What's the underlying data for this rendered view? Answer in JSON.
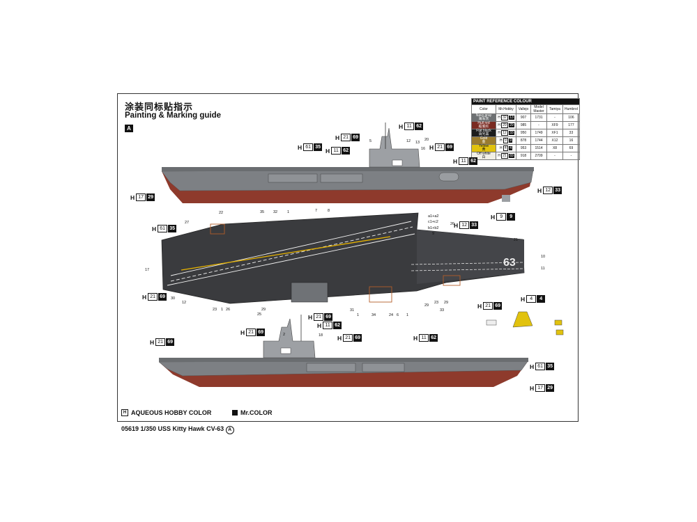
{
  "header": {
    "title_cn": "涂装同标贴指示",
    "title_en": "Painting & Marking guide",
    "section": "A"
  },
  "paint_table": {
    "title": "PAINT REFERENCE COLOUR",
    "columns": [
      "Color",
      "Mr.Hobby",
      "Vallejo",
      "Model Master",
      "Tamiya",
      "Humbrol"
    ],
    "rows": [
      {
        "color": "Navy gray",
        "color_cn": "海军灰",
        "swatch": "#6e7173",
        "mr_h": "H",
        "mr_n": "32",
        "mr_m": "13",
        "vallejo": "907",
        "model_master": "1731",
        "tamiya": "-",
        "humbrol": "106"
      },
      {
        "color": "Hull red",
        "color_cn": "船底红",
        "swatch": "#7a2b22",
        "mr_h": "H",
        "mr_n": "29",
        "mr_m": "29",
        "vallejo": "985",
        "model_master": "-",
        "tamiya": "XF9",
        "humbrol": "177"
      },
      {
        "color": "Flat black",
        "color_cn": "消光黑",
        "swatch": "#1c1c1c",
        "mr_h": "H",
        "mr_n": "12",
        "mr_m": "33",
        "vallejo": "950",
        "model_master": "1749",
        "tamiya": "XF1",
        "humbrol": "33"
      },
      {
        "color": "Gold",
        "color_cn": "金",
        "swatch": "#9a7b2e",
        "mr_h": "H",
        "mr_n": "9",
        "mr_m": "9",
        "vallejo": "878",
        "model_master": "1744",
        "tamiya": "X12",
        "humbrol": "16"
      },
      {
        "color": "Yellow",
        "color_cn": "黄",
        "swatch": "#e1c20e",
        "mr_h": "H",
        "mr_n": "4",
        "mr_m": "4",
        "vallejo": "953",
        "model_master": "1514",
        "tamiya": "X8",
        "humbrol": "69"
      },
      {
        "color": "Off white",
        "color_cn": "白",
        "swatch": "#f1efe6",
        "mr_h": "H",
        "mr_n": "21",
        "mr_m": "69",
        "vallejo": "918",
        "model_master": "2709",
        "tamiya": "-",
        "humbrol": "-"
      }
    ]
  },
  "codes": [
    {
      "h": "H",
      "n": "21",
      "m": "69"
    },
    {
      "h": "H",
      "n": "11",
      "m": "62"
    },
    {
      "h": "H",
      "n": "61",
      "m": "35"
    },
    {
      "h": "H",
      "n": "11",
      "m": "62"
    },
    {
      "h": "H",
      "n": "21",
      "m": "69"
    },
    {
      "h": "H",
      "n": "11",
      "m": "62"
    },
    {
      "h": "H",
      "n": "17",
      "m": "29"
    },
    {
      "h": "H",
      "n": "12",
      "m": "33"
    },
    {
      "h": "H",
      "n": "9",
      "m": "9"
    },
    {
      "h": "H",
      "n": "61",
      "m": "35"
    },
    {
      "h": "H",
      "n": "12",
      "m": "33"
    },
    {
      "h": "H",
      "n": "21",
      "m": "69"
    },
    {
      "h": "H",
      "n": "21",
      "m": "69"
    },
    {
      "h": "H",
      "n": "4",
      "m": "4"
    },
    {
      "h": "H",
      "n": "21",
      "m": "69"
    },
    {
      "h": "H",
      "n": "11",
      "m": "62"
    },
    {
      "h": "H",
      "n": "21",
      "m": "69"
    },
    {
      "h": "H",
      "n": "21",
      "m": "69"
    },
    {
      "h": "H",
      "n": "21",
      "m": "69"
    },
    {
      "h": "H",
      "n": "11",
      "m": "62"
    },
    {
      "h": "H",
      "n": "61",
      "m": "35"
    },
    {
      "h": "H",
      "n": "17",
      "m": "29"
    }
  ],
  "callouts": [
    "5",
    "12",
    "13",
    "20",
    "16",
    "22",
    "35",
    "32",
    "7",
    "8",
    "1",
    "27",
    "26",
    "a1+a2",
    "c1+c2",
    "b1+b2",
    "9",
    "21",
    "10",
    "11",
    "17",
    "30",
    "12",
    "23",
    "1",
    "26",
    "29",
    "25",
    "31",
    "1",
    "34",
    "24",
    "6",
    "1",
    "29",
    "33",
    "23",
    "29",
    "2",
    "18"
  ],
  "hull_number": "63",
  "legend": {
    "aqueous_box": "H",
    "aqueous_label": "AQUEOUS HOBBY COLOR",
    "mr_box": "",
    "mr_label": "Mr.COLOR"
  },
  "footer": "05619 1/350 USS Kitty Hawk CV-63",
  "footer_mark": "A",
  "colors": {
    "navy_gray": "#6e7173",
    "hull_red": "#8e3a2c",
    "deck": "#3a3b3e",
    "yellow_line": "#e8b400"
  }
}
